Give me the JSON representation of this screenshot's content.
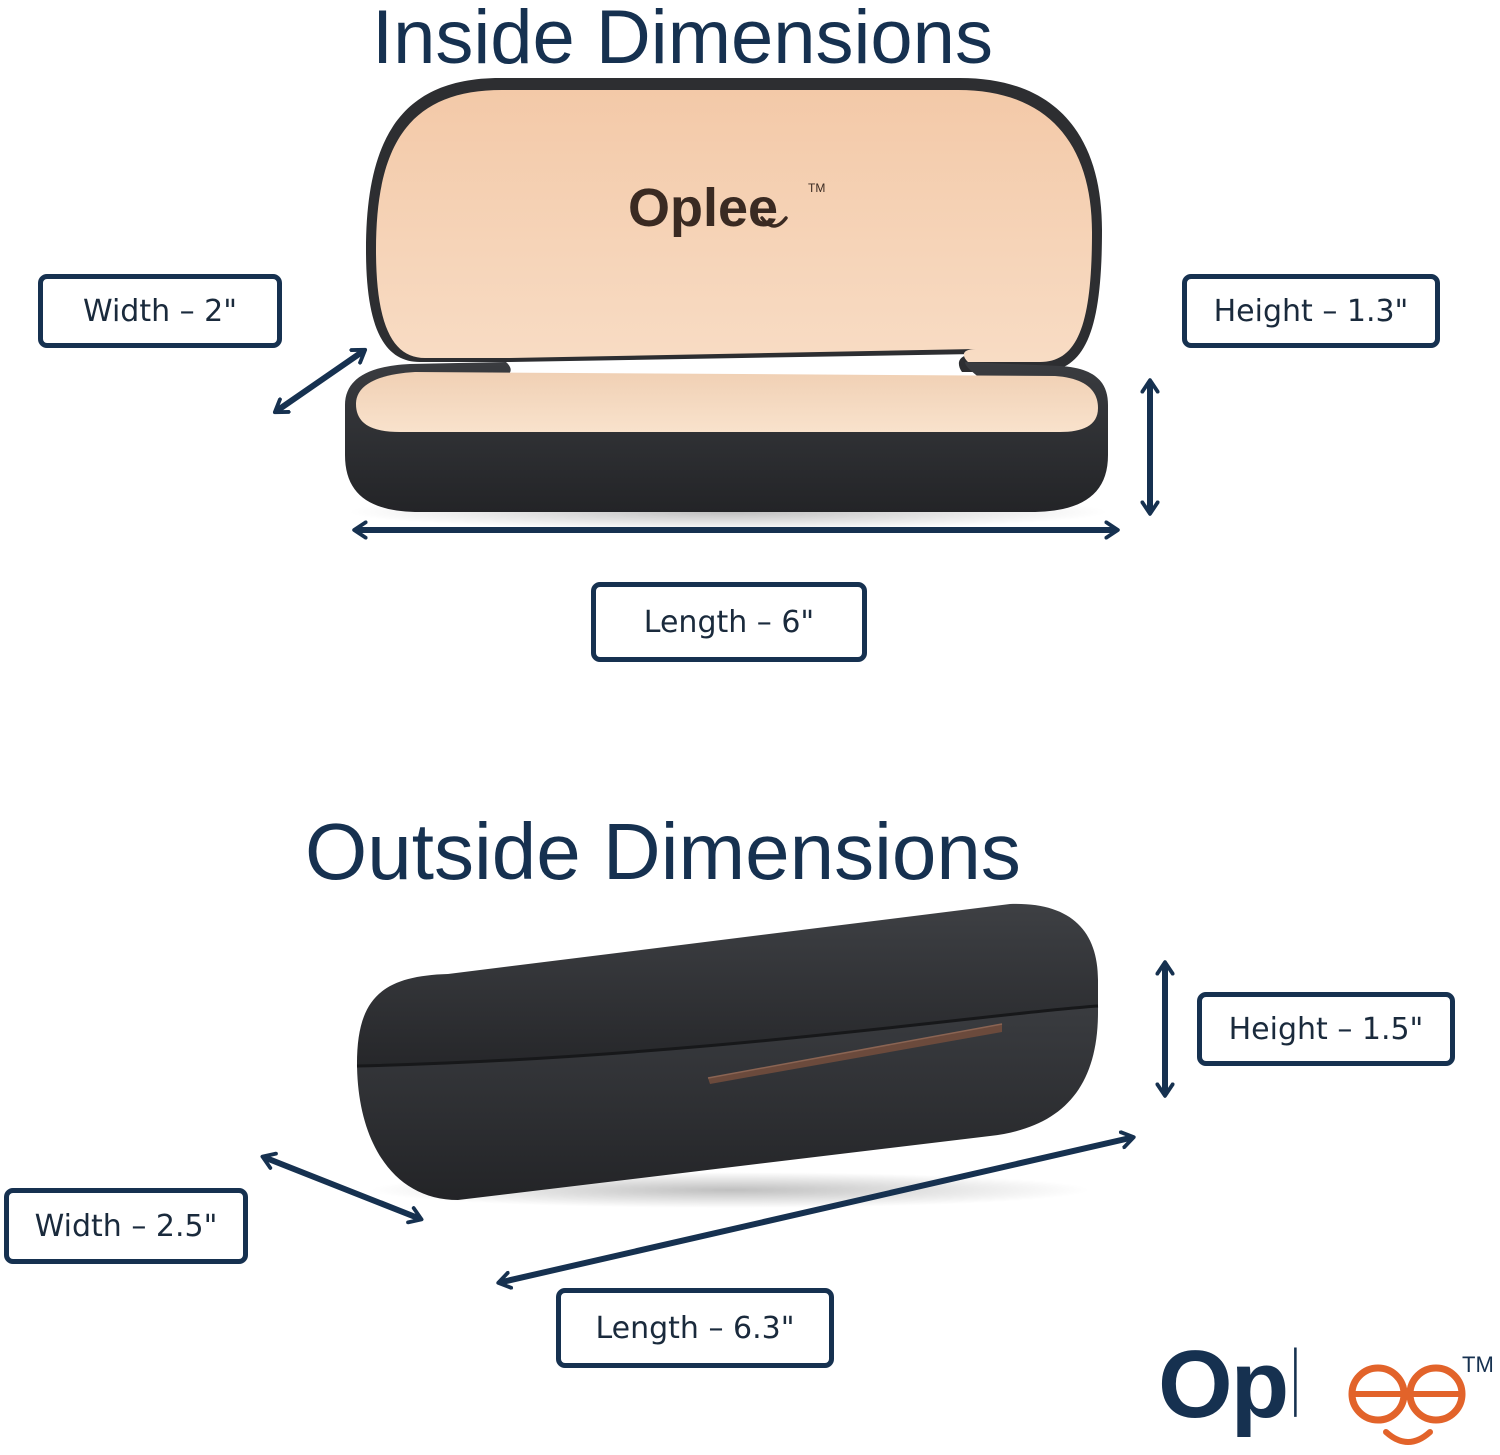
{
  "inside": {
    "heading": "Inside Dimensions",
    "width_label": "Width – 2\"",
    "height_label": "Height – 1.3\"",
    "length_label": "Length – 6\"",
    "case_logo_text": "Oplee",
    "case_logo_tm": "TM"
  },
  "outside": {
    "heading": "Outside Dimensions",
    "width_label": "Width – 2.5\"",
    "height_label": "Height – 1.5\"",
    "length_label": "Length – 6.3\""
  },
  "brand": {
    "logo_text": "Oplee",
    "logo_tm": "TM"
  },
  "colors": {
    "navy": "#163150",
    "case_black": "#2b2d30",
    "lining_peach": "#f4cfb0",
    "logo_orange": "#e2632a",
    "hinge_brown": "#6b4a3c"
  },
  "icons": [
    "double-arrow-icon"
  ]
}
